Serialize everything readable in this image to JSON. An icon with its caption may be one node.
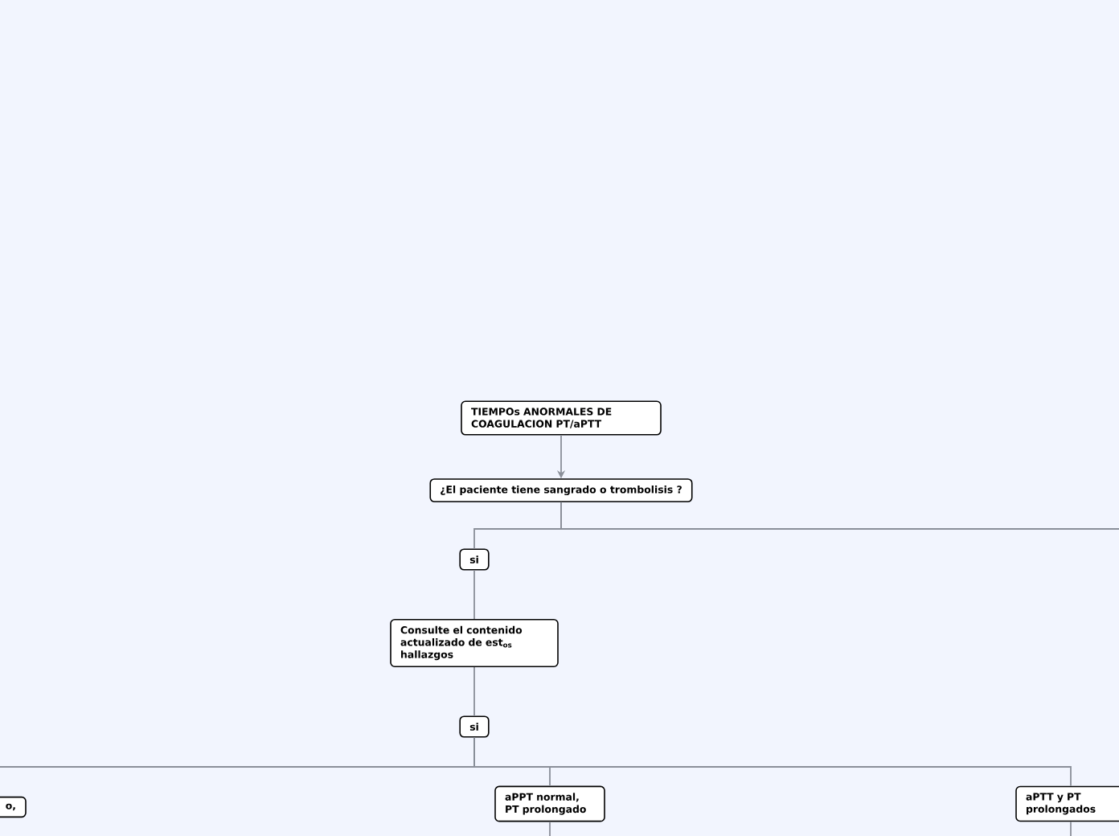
{
  "diagram": {
    "nodes": [
      {
        "text": [
          "TIEMPOs ANORMALES DE COAGULACION PT/aPTT"
        ]
      },
      {
        "text": [
          "¿El paciente tiene sangrado o trombolisis ?"
        ]
      },
      {
        "text": [
          "si"
        ]
      },
      {
        "text": [
          "Consulte el contenido actualizado de est$_{os}$ hallazgos"
        ]
      },
      {
        "text": [
          "si"
        ]
      },
      {
        "text": [
          "o,"
        ]
      },
      {
        "text": [
          "aPPT normal, PT prolongado"
        ]
      },
      {
        "text": [
          "aPTT y PT prolongados"
        ]
      }
    ],
    "edges": [
      {
        "from": 0,
        "to": 1,
        "arrow": "to"
      },
      {
        "from": 1,
        "to": 2,
        "arrow": "none"
      },
      {
        "from": 1,
        "to": null,
        "arrow": "none"
      },
      {
        "from": 2,
        "to": 3,
        "arrow": "none"
      },
      {
        "from": 3,
        "to": 4,
        "arrow": "none"
      },
      {
        "from": 4,
        "to": 5,
        "arrow": "none"
      },
      {
        "from": 4,
        "to": 6,
        "arrow": "none"
      },
      {
        "from": 4,
        "to": 7,
        "arrow": "none"
      },
      {
        "from": 6,
        "to": null,
        "arrow": "none"
      },
      {
        "from": 7,
        "to": null,
        "arrow": "none"
      }
    ]
  }
}
